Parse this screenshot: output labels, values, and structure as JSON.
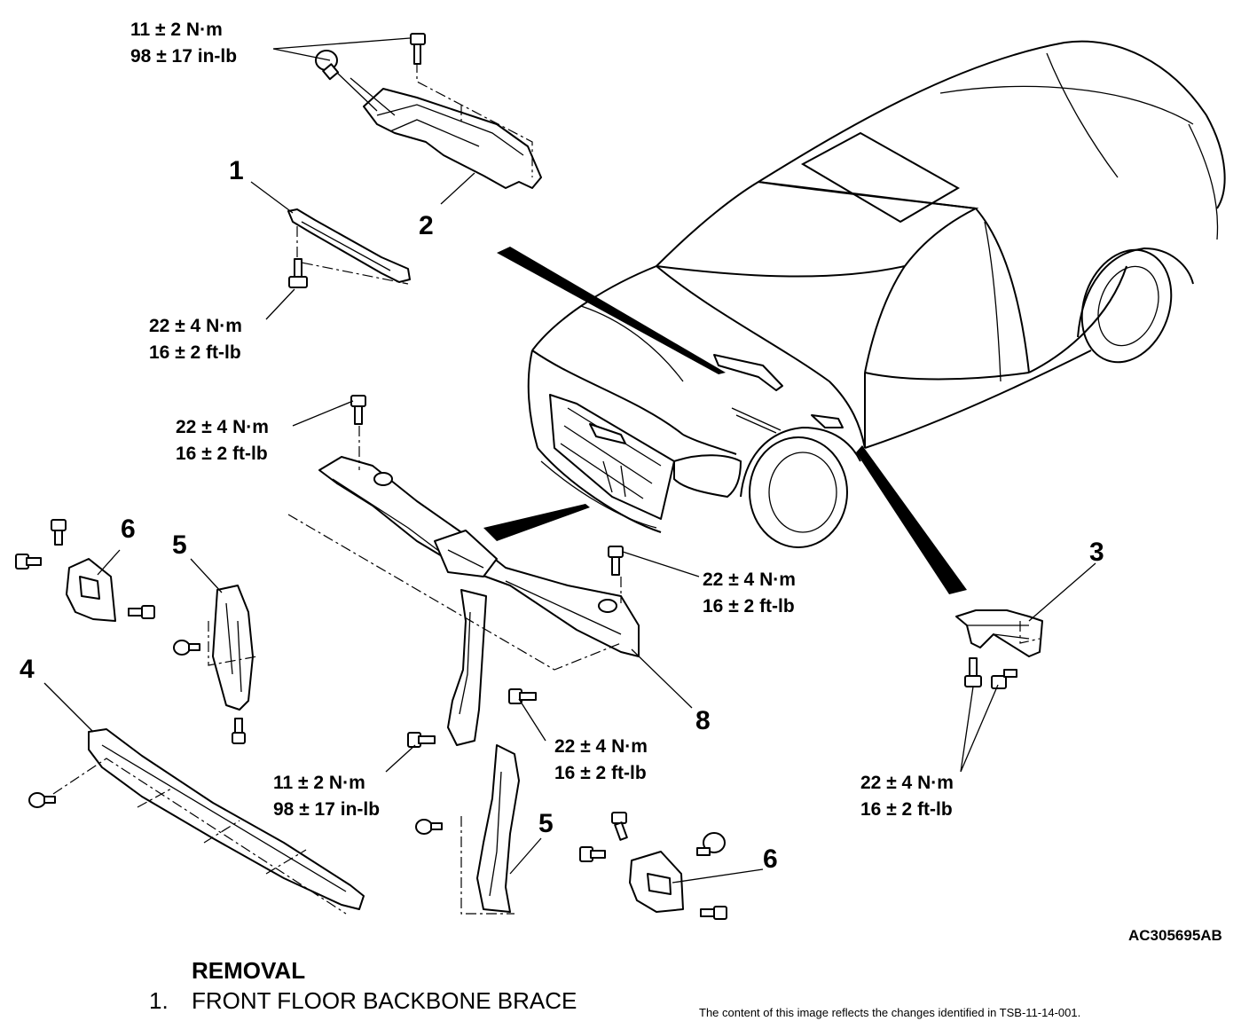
{
  "diagram": {
    "callouts": [
      "1",
      "2",
      "3",
      "4",
      "5",
      "6",
      "8"
    ],
    "torque_specs": [
      {
        "nm": "11 ± 2 N·m",
        "imperial": "98 ± 17 in-lb"
      },
      {
        "nm": "22 ± 4 N·m",
        "imperial": "16 ± 2 ft-lb"
      }
    ],
    "figure_ref": "AC305695AB"
  },
  "legend": {
    "heading": "REMOVAL",
    "items": [
      {
        "num": "1.",
        "label": "FRONT FLOOR BACKBONE BRACE"
      }
    ]
  },
  "footnote": "The content of this image reflects the changes identified in TSB-11-14-001."
}
